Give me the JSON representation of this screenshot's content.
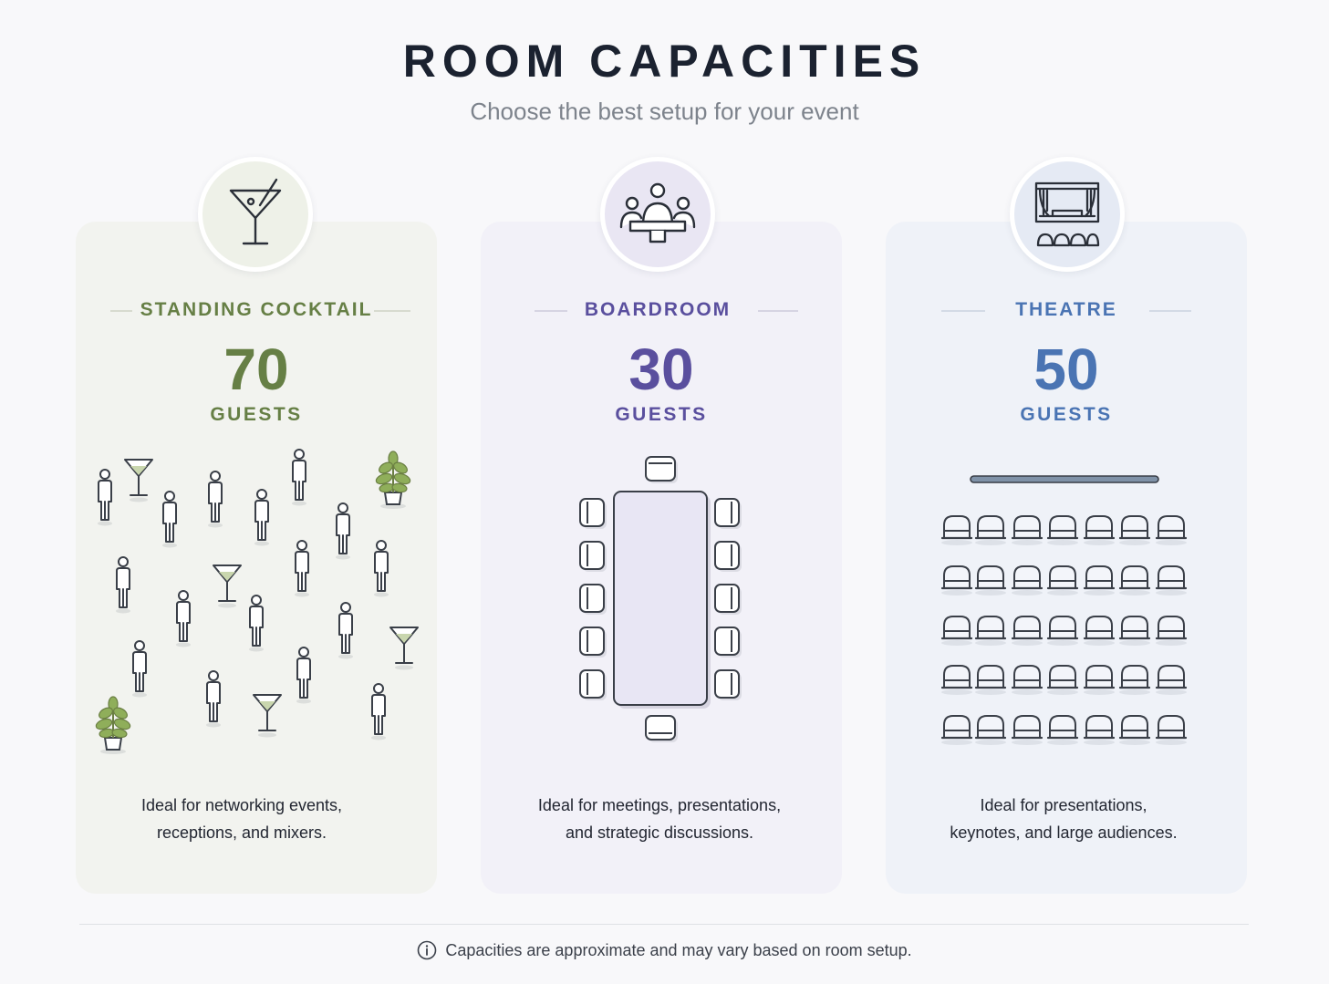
{
  "header": {
    "title": "ROOM CAPACITIES",
    "subtitle": "Choose the best setup for your event"
  },
  "cards": [
    {
      "title": "STANDING COCKTAIL",
      "count": "70",
      "unit": "GUESTS",
      "description_line1": "Ideal for networking events,",
      "description_line2": "receptions, and mixers.",
      "icon": "cocktail-glass-icon",
      "accent": "#667f45"
    },
    {
      "title": "BOARDROOM",
      "count": "30",
      "unit": "GUESTS",
      "description_line1": "Ideal for meetings, presentations,",
      "description_line2": "and strategic discussions.",
      "icon": "meeting-people-icon",
      "accent": "#5a4f9e"
    },
    {
      "title": "THEATRE",
      "count": "50",
      "unit": "GUESTS",
      "description_line1": "Ideal for presentations,",
      "description_line2": "keynotes, and large audiences.",
      "icon": "theatre-stage-icon",
      "accent": "#4a74b3"
    }
  ],
  "footer": {
    "note": "Capacities are approximate and may vary based on room setup.",
    "icon": "info-icon"
  }
}
